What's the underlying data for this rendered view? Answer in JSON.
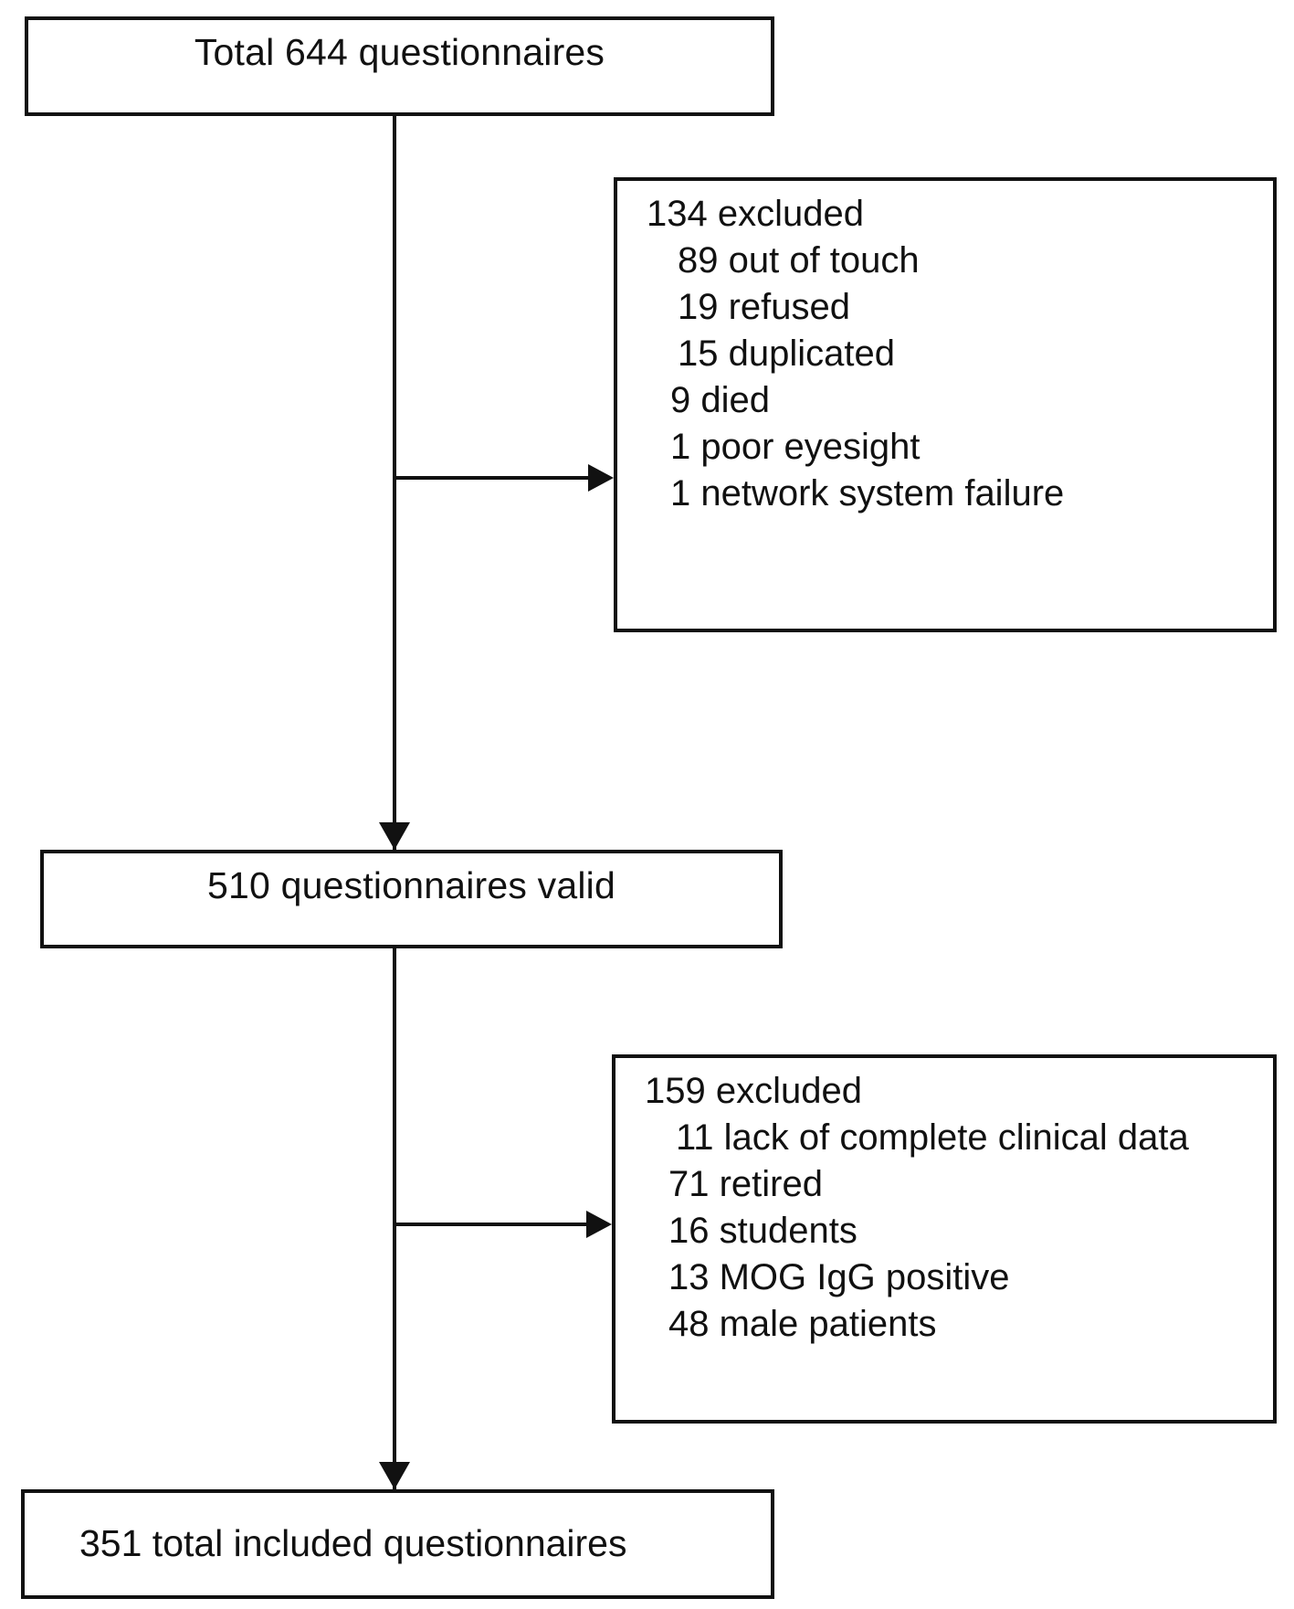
{
  "diagram": {
    "type": "flowchart",
    "orientation": "top-to-bottom",
    "nodes": {
      "total": {
        "label": "Total 644 questionnaires",
        "count": 644
      },
      "valid": {
        "label": "510 questionnaires valid",
        "count": 510
      },
      "included": {
        "label": "351 total included questionnaires",
        "count": 351
      },
      "excluded_first": {
        "heading": "134 excluded",
        "count": 134,
        "reasons": [
          "89 out of touch",
          "19 refused",
          "15 duplicated",
          "9 died",
          "1 poor eyesight",
          "1 network system failure"
        ]
      },
      "excluded_second": {
        "heading": "159 excluded",
        "count": 159,
        "reasons": [
          "11 lack of complete clinical data",
          "71 retired",
          "16 students",
          "13 MOG IgG positive",
          "48 male patients"
        ]
      }
    },
    "colors": {
      "stroke": "#111111",
      "fill": "#ffffff",
      "text": "#111111"
    }
  }
}
